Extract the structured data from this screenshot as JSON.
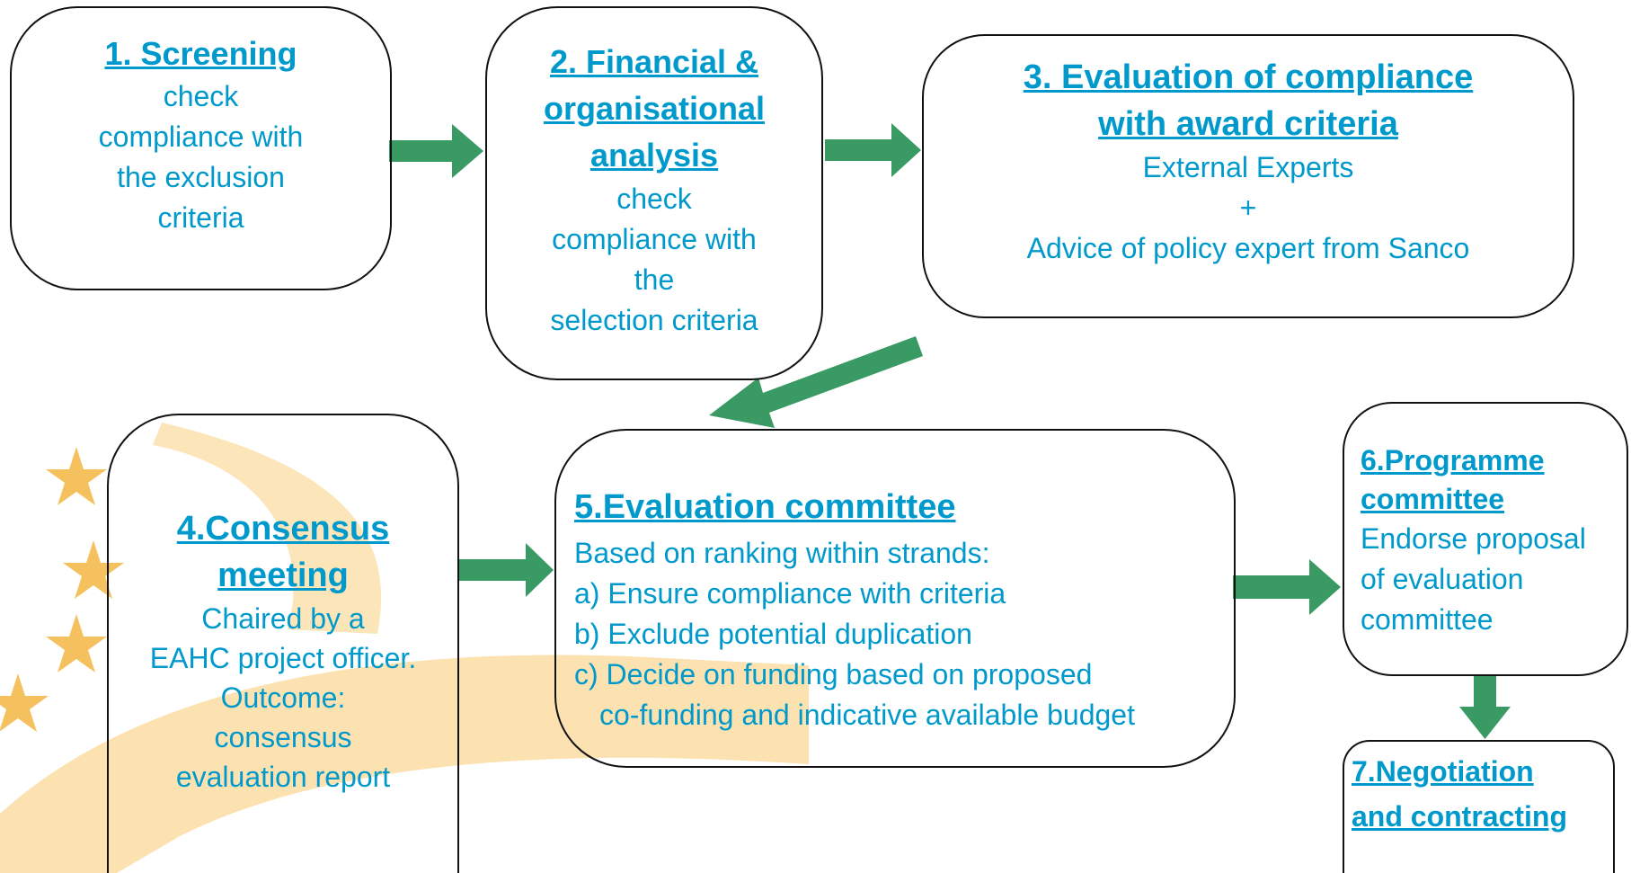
{
  "colors": {
    "text": "#0099cc",
    "arrow": "#3a9a64",
    "background_decoration": "#fbdca3",
    "star": "#f5c15e",
    "border": "#111111"
  },
  "steps": [
    {
      "title": "1. Screening",
      "lines": [
        "check",
        "compliance with",
        "the exclusion",
        "criteria"
      ]
    },
    {
      "title_lines": [
        "2. Financial &",
        "organisational",
        "analysis"
      ],
      "lines": [
        "check",
        "compliance with",
        "the",
        "selection criteria"
      ]
    },
    {
      "title_lines": [
        "3. Evaluation of compliance",
        "with award criteria"
      ],
      "lines": [
        "External Experts",
        "+",
        "Advice of policy expert from Sanco"
      ]
    },
    {
      "title_lines": [
        "4.Consensus",
        "meeting"
      ],
      "lines": [
        "Chaired by a",
        "EAHC project  officer.",
        "Outcome:",
        "consensus",
        "evaluation report"
      ]
    },
    {
      "title": "5.Evaluation committee",
      "lines": [
        "Based on  ranking within strands:",
        "a) Ensure compliance with criteria",
        "b) Exclude potential duplication",
        "c) Decide on funding based on proposed",
        "co-funding and indicative available budget"
      ]
    },
    {
      "title_lines": [
        "6.Programme",
        "committee"
      ],
      "lines": [
        "Endorse proposal",
        "of evaluation",
        "committee"
      ]
    },
    {
      "title_lines": [
        "7.Negotiation",
        "and contracting"
      ]
    }
  ]
}
